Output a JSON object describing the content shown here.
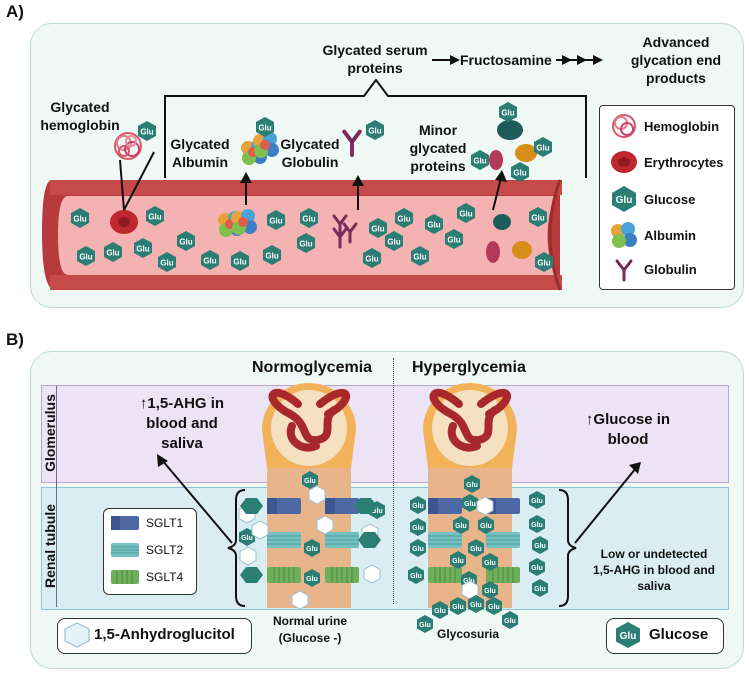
{
  "panel_a": {
    "label": "A)",
    "glycated_hemoglobin": "Glycated hemoglobin",
    "glycated_albumin": "Glycated Albumin",
    "glycated_globulin": "Glycated Globulin",
    "glycated_serum_proteins": "Glycated serum proteins",
    "minor_glycated_proteins": "Minor glycated proteins",
    "fructosamine": "Fructosamine",
    "advanced_glycation": "Advanced glycation end products",
    "glu": "Glu",
    "legend": [
      {
        "icon": "hemoglobin-icon",
        "label": "Hemoglobin"
      },
      {
        "icon": "erythrocyte-icon",
        "label": "Erythrocytes"
      },
      {
        "icon": "glucose-icon",
        "label": "Glucose"
      },
      {
        "icon": "albumin-icon",
        "label": "Albumin"
      },
      {
        "icon": "globulin-icon",
        "label": "Globulin"
      }
    ],
    "colors": {
      "vessel": "#b83a3c",
      "lumen": "#f4b3b2",
      "glucose": "#2b7e74",
      "panel_bg": "#eff8f4"
    }
  },
  "panel_b": {
    "label": "B)",
    "normoglycemia": "Normoglycemia",
    "hyperglycemia": "Hyperglycemia",
    "glomerulus": "Glomerulus",
    "renal_tubule": "Renal tubule",
    "ahg_increase": "↑1,5-AHG in blood and saliva",
    "glucose_increase": "↑Glucose in blood",
    "low_ahg": "Low or undetected 1,5-AHG in blood and saliva",
    "normal_urine": "Normal urine (Glucose -)",
    "glycosuria": "Glycosuria",
    "anhydroglucitol": "1,5-Anhydroglucitol",
    "glucose": "Glucose",
    "sglt_legend": [
      "SGLT1",
      "SGLT2",
      "SGLT4"
    ],
    "colors": {
      "glomerulus_band": "#ece3f5",
      "tubule_band": "#d9edf3",
      "tubule": "#e8b48a",
      "sglt1": "#4e6aa6",
      "sglt2": "#74c1c1",
      "sglt4": "#6fae5a"
    }
  }
}
